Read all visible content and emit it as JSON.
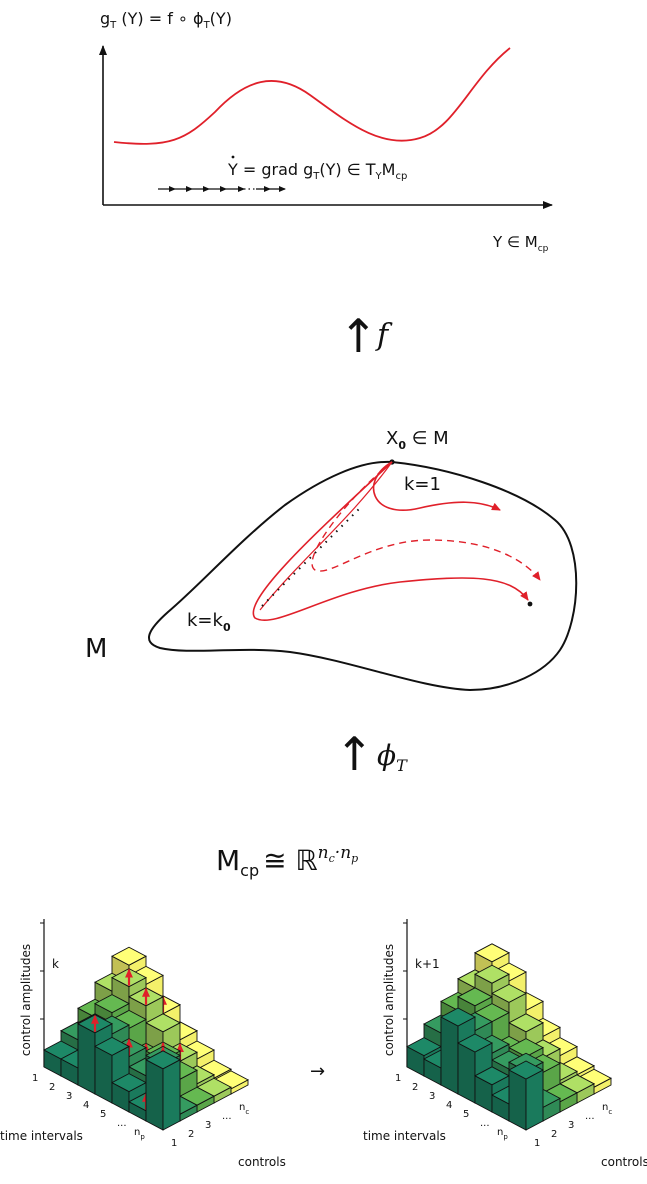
{
  "top_panel": {
    "title": "g",
    "title_sub": "T",
    "title_rest": " (Y) = f ∘ ϕ",
    "title_sub2": "T",
    "title_end": "(Y)",
    "flow_eq": "Y = grad g",
    "flow_eq_sub": "T",
    "flow_eq_mid": "(Y) ∈ T",
    "flow_eq_sub2": "Y",
    "flow_eq_end": "M",
    "flow_eq_sub3": "cp",
    "x_axis_label": "Y ∈ M",
    "x_axis_sub": "cp"
  },
  "arrow_f": {
    "symbol": "↑",
    "label": "f"
  },
  "manifold_panel": {
    "point_label": "X",
    "point_sub": "0",
    "point_rest": " ∈ M",
    "k_one": "k=1",
    "k_zero": "k=k",
    "k_zero_sub": "0",
    "manifold_label": "M"
  },
  "arrow_phi": {
    "symbol": "↑",
    "label": "ϕ",
    "label_sub": "T"
  },
  "mcp_equation": {
    "lhs": "M",
    "lhs_sub": "cp",
    "rel": "≅ ℝ",
    "exp_a": "n",
    "exp_a_sub": "c",
    "exp_dot": "·",
    "exp_b": "n",
    "exp_b_sub": "p"
  },
  "bar_panels": [
    {
      "corner_label": "k",
      "y_label": "control amplitudes",
      "x_label": "time intervals",
      "z_label": "controls",
      "t_ticks": [
        "1",
        "2",
        "3",
        "4",
        "5",
        "...",
        "n"
      ],
      "t_last_sub": "p",
      "c_ticks": [
        "1",
        "2",
        "3",
        "...",
        "n"
      ],
      "c_last_sub": "c"
    },
    {
      "corner_label": "k+1",
      "y_label": "control amplitudes",
      "x_label": "time intervals",
      "z_label": "controls",
      "t_ticks": [
        "1",
        "2",
        "3",
        "4",
        "5",
        "...",
        "n"
      ],
      "t_last_sub": "p",
      "c_ticks": [
        "1",
        "2",
        "3",
        "...",
        "n"
      ],
      "c_last_sub": "c"
    }
  ],
  "colors": {
    "curve": "#e0202a",
    "ink": "#111111",
    "row_colors": [
      "#1a7a5c",
      "#2f8a56",
      "#5aa548",
      "#9cc85a",
      "#f3f06a",
      "#fbf78a"
    ],
    "arrow_red": "#e0202a"
  },
  "step_arrow": "→"
}
